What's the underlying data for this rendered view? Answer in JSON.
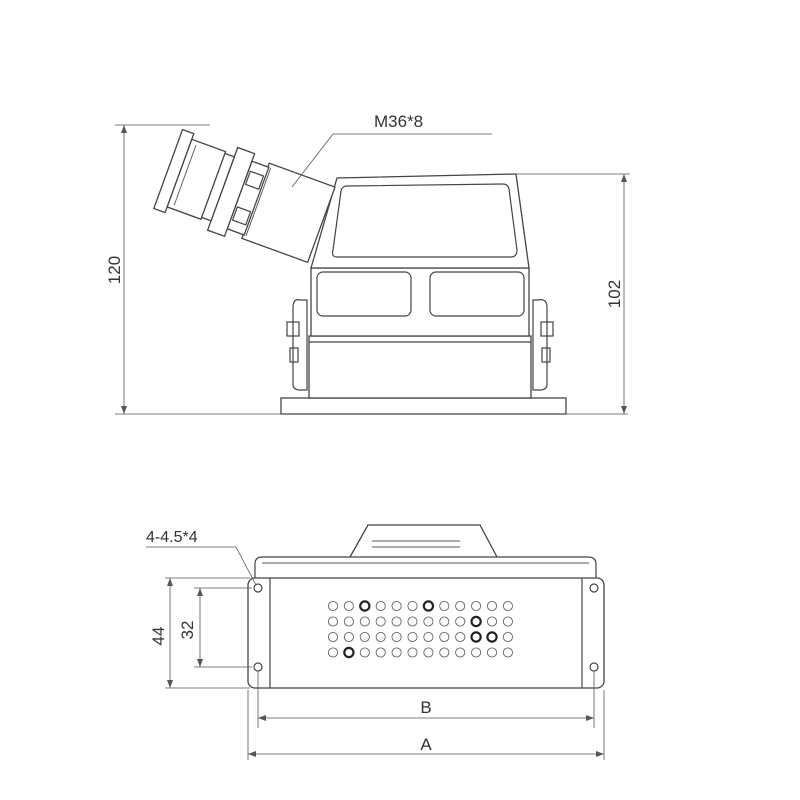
{
  "labels": {
    "thread": "M36*8",
    "height_total": "120",
    "height_housing": "102",
    "holes": "4-4.5*4",
    "depth_outer": "44",
    "depth_hole": "32",
    "width_inner": "B",
    "width_outer": "A"
  },
  "colors": {
    "line": "#444444",
    "background": "#ffffff"
  },
  "pin_grid": {
    "rows": 4,
    "cols": 12,
    "bold_pins": [
      [
        0,
        2
      ],
      [
        0,
        6
      ],
      [
        1,
        9
      ],
      [
        2,
        9
      ],
      [
        2,
        10
      ],
      [
        3,
        1
      ]
    ]
  }
}
